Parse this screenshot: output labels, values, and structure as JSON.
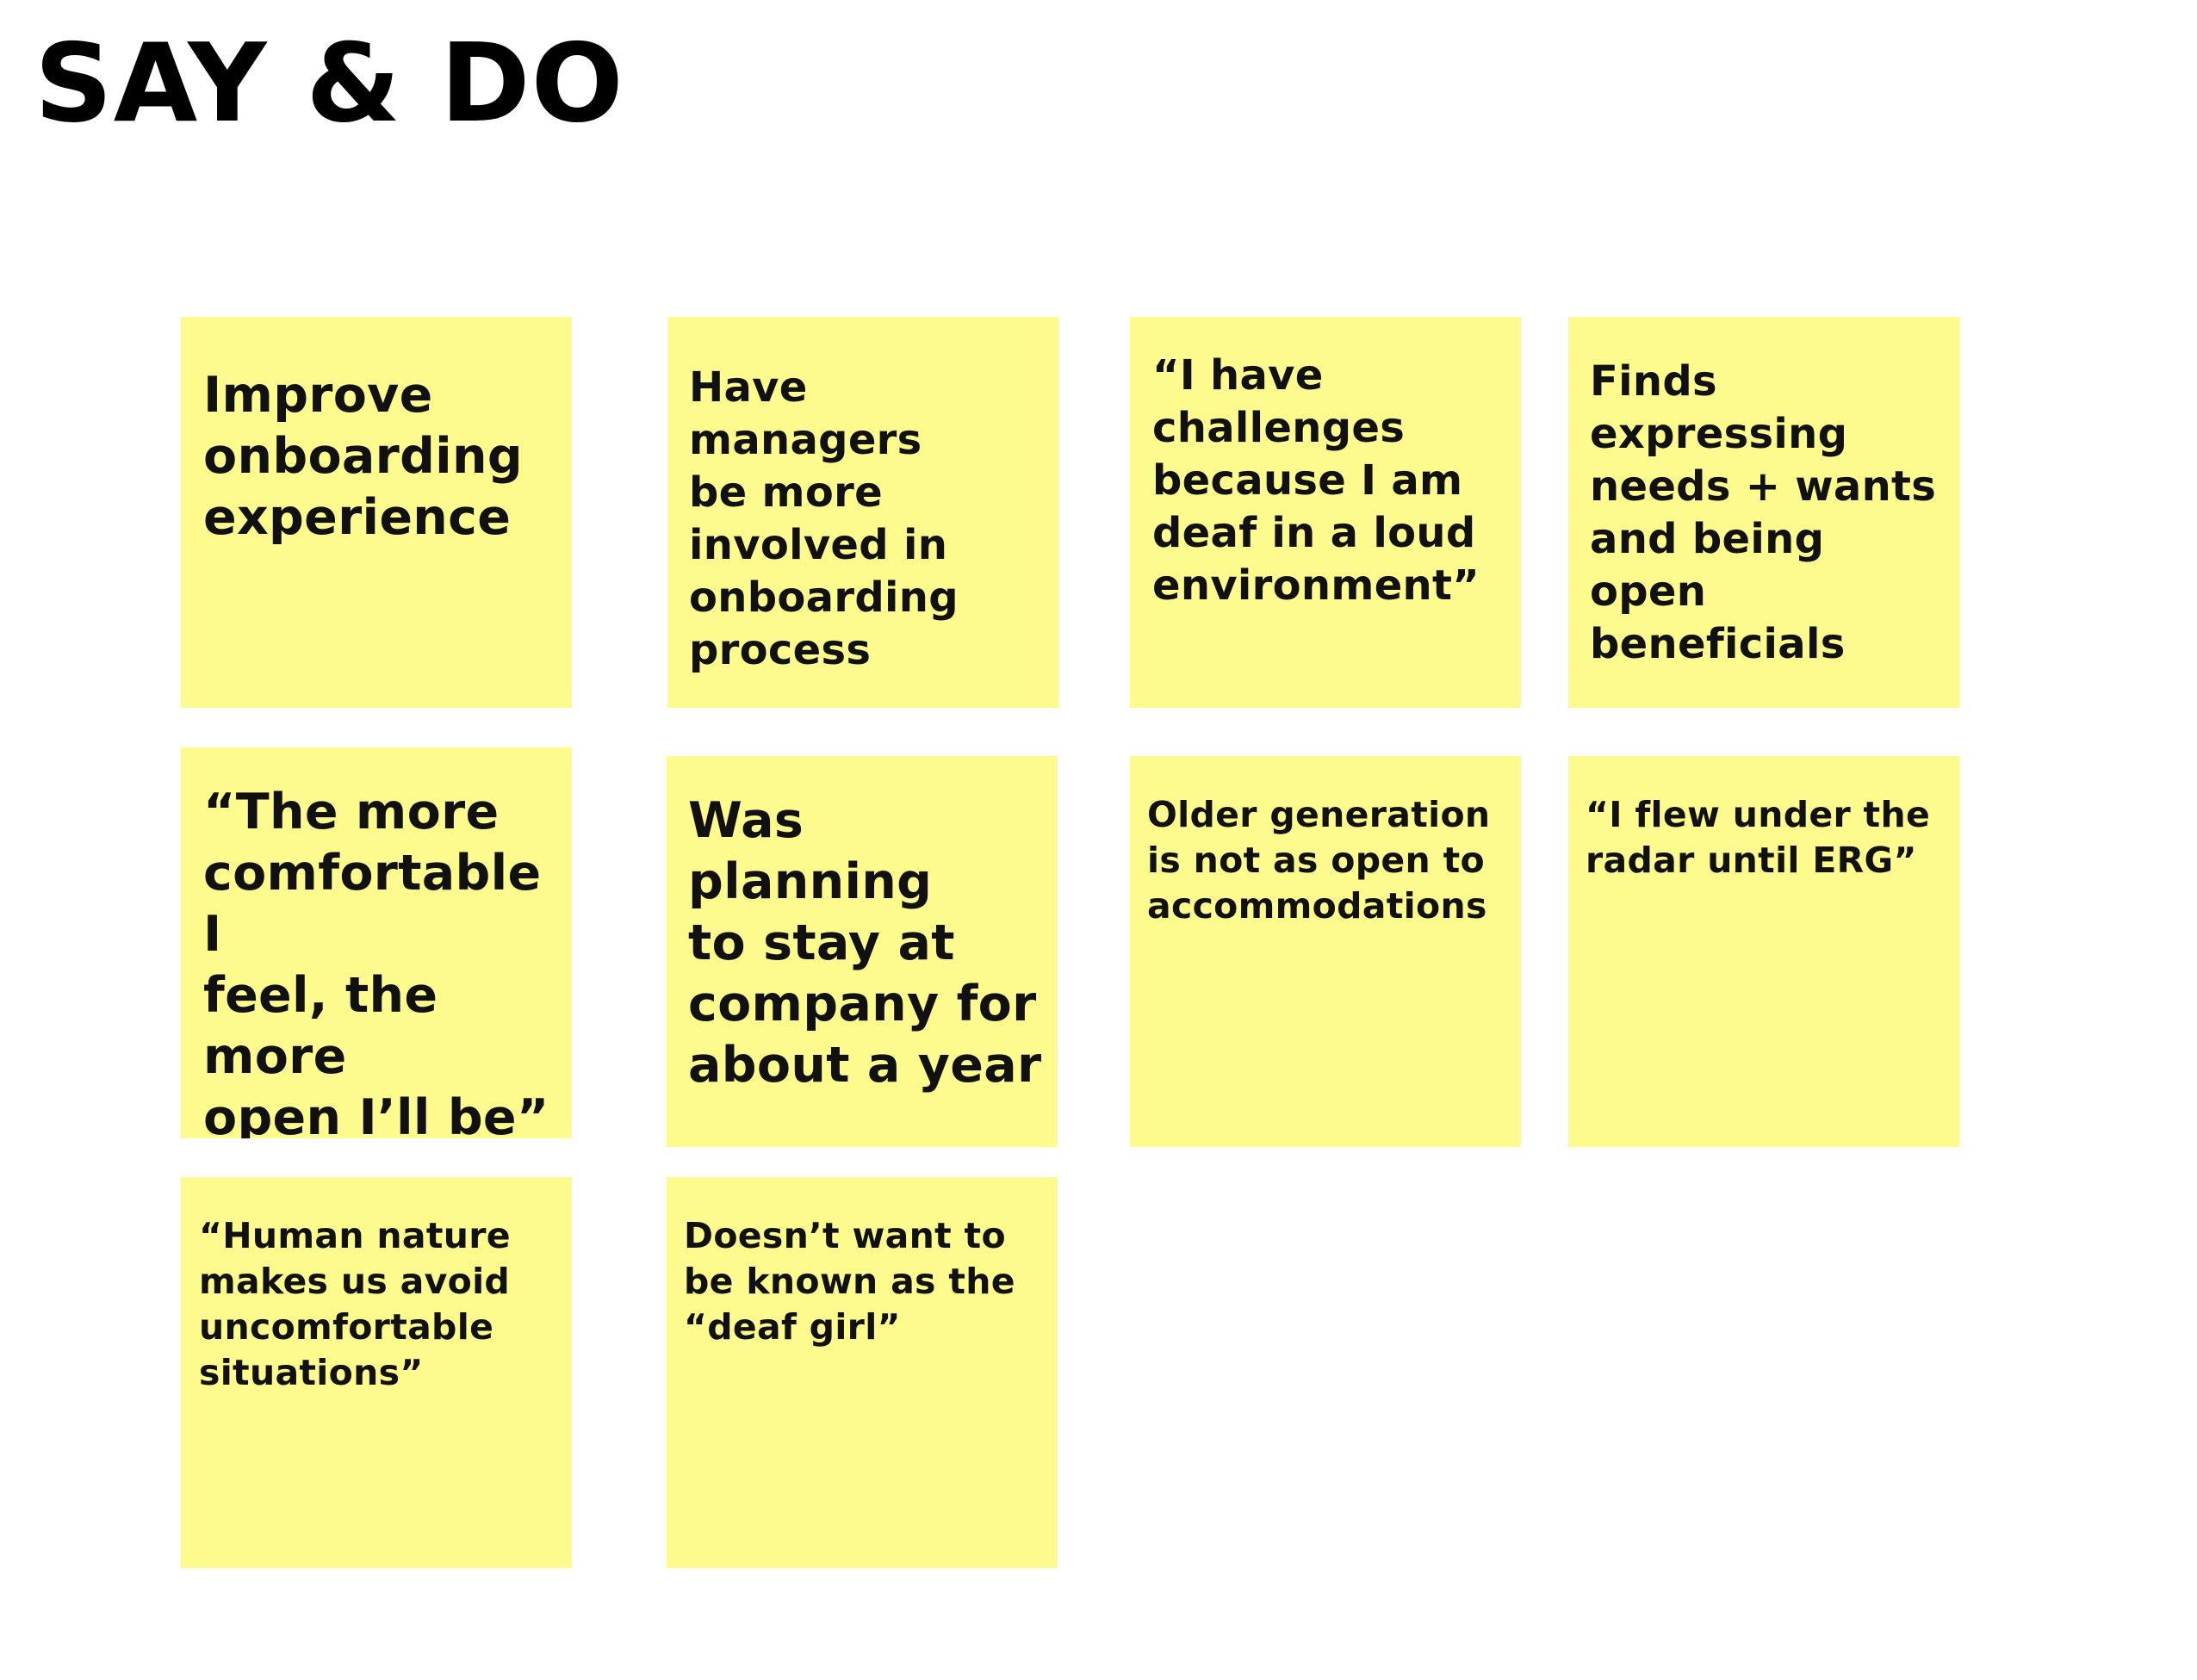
{
  "title": "SAY & DO",
  "note_color": "#fdfb8e",
  "notes": [
    {
      "text": "Improve\nonboarding\nexperience"
    },
    {
      "text": "Have managers\nbe more\ninvolved in\nonboarding\nprocess"
    },
    {
      "text": "“I have\nchallenges\nbecause I am\ndeaf in a loud\nenvironment”"
    },
    {
      "text": "Finds\nexpressing\nneeds + wants\nand being open\nbeneficials"
    },
    {
      "text": "“The more\ncomfortable I\nfeel, the more\nopen I’ll be”"
    },
    {
      "text": "Was planning\nto stay at\ncompany for\nabout a year"
    },
    {
      "text": "Older generation\nis not as open to\naccommodations"
    },
    {
      "text": "“I flew under the\nradar until ERG”"
    },
    {
      "text": "“Human nature\nmakes us avoid\nuncomfortable\nsituations”"
    },
    {
      "text": "Doesn’t want to\nbe known as the\n“deaf girl”"
    }
  ]
}
